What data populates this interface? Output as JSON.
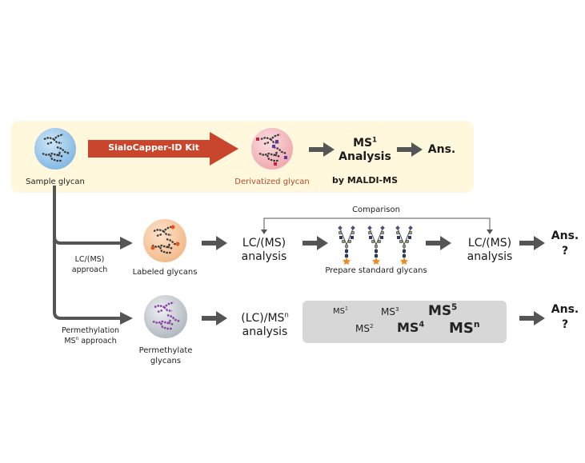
{
  "top_flow": {
    "sample_label": "Sample glycan",
    "kit_label": "SialoCapper-ID Kit",
    "derivatized_label": "Derivatized glycan",
    "ms_analysis_line1": "MS",
    "ms_analysis_sup": "1",
    "ms_analysis_line2": "Analysis",
    "method_label": "by MALDI-MS",
    "answer": "Ans."
  },
  "lc_flow": {
    "approach_line1": "LC/(MS)",
    "approach_line2": "approach",
    "labeled_label": "Labeled glycans",
    "analysis1_line1": "LC/(MS)",
    "analysis1_line2": "analysis",
    "standards_label": "Prepare standard glycans",
    "comparison_label": "Comparison",
    "analysis2_line1": "LC/(MS)",
    "analysis2_line2": "analysis",
    "answer_line1": "Ans.",
    "answer_line2": "?"
  },
  "perm_flow": {
    "approach_line1": "Permethylation",
    "approach_line2_base": "MS",
    "approach_line2_sup": "n",
    "approach_line2_rest": " approach",
    "permethylate_line1": "Permethylate",
    "permethylate_line2": "glycans",
    "analysis_line1_base": "(LC)/MS",
    "analysis_line1_sup": "n",
    "analysis_line2": "analysis",
    "ms_levels": [
      {
        "base": "MS",
        "sup": "1"
      },
      {
        "base": "MS",
        "sup": "2"
      },
      {
        "base": "MS",
        "sup": "3"
      },
      {
        "base": "MS",
        "sup": "4"
      },
      {
        "base": "MS",
        "sup": "5"
      },
      {
        "base": "MS",
        "sup": "n"
      }
    ],
    "answer_line1": "Ans.",
    "answer_line2": "?"
  },
  "colors": {
    "panel": "#fff8dc",
    "kit_arrow": "#c9462c",
    "arrow_grey": "#555555",
    "sample_circle": "#9cc8ea",
    "derivatized_circle": "#f2b8bd",
    "labeled_circle": "#f6c9a2",
    "permethylate_circle": "#c6ccd3",
    "derivatized_text": "#b54a2a"
  }
}
